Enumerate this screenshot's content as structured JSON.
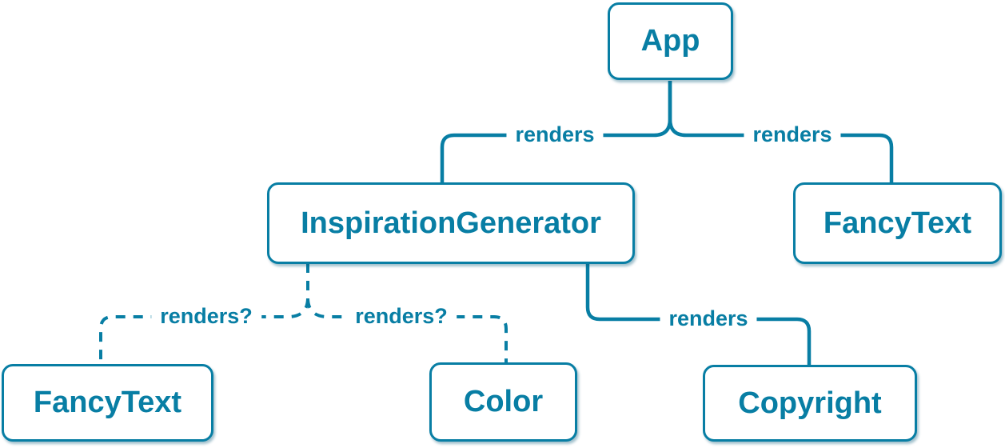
{
  "diagram": {
    "description": "React component tree diagram",
    "colors": {
      "accent": "#087ea4",
      "node_background": "#ffffff",
      "page_background": "#ffffff"
    },
    "nodes": [
      {
        "id": "app",
        "label": "App"
      },
      {
        "id": "inspiration-generator",
        "label": "InspirationGenerator"
      },
      {
        "id": "fancy-text-top",
        "label": "FancyText"
      },
      {
        "id": "fancy-text-bottom",
        "label": "FancyText"
      },
      {
        "id": "color",
        "label": "Color"
      },
      {
        "id": "copyright",
        "label": "Copyright"
      }
    ],
    "edges": [
      {
        "from": "App",
        "to": "InspirationGenerator",
        "label": "renders",
        "style": "solid"
      },
      {
        "from": "App",
        "to": "FancyText",
        "label": "renders",
        "style": "solid"
      },
      {
        "from": "InspirationGenerator",
        "to": "FancyText",
        "label": "renders?",
        "style": "dashed"
      },
      {
        "from": "InspirationGenerator",
        "to": "Color",
        "label": "renders?",
        "style": "dashed"
      },
      {
        "from": "InspirationGenerator",
        "to": "Copyright",
        "label": "renders",
        "style": "solid"
      }
    ]
  }
}
